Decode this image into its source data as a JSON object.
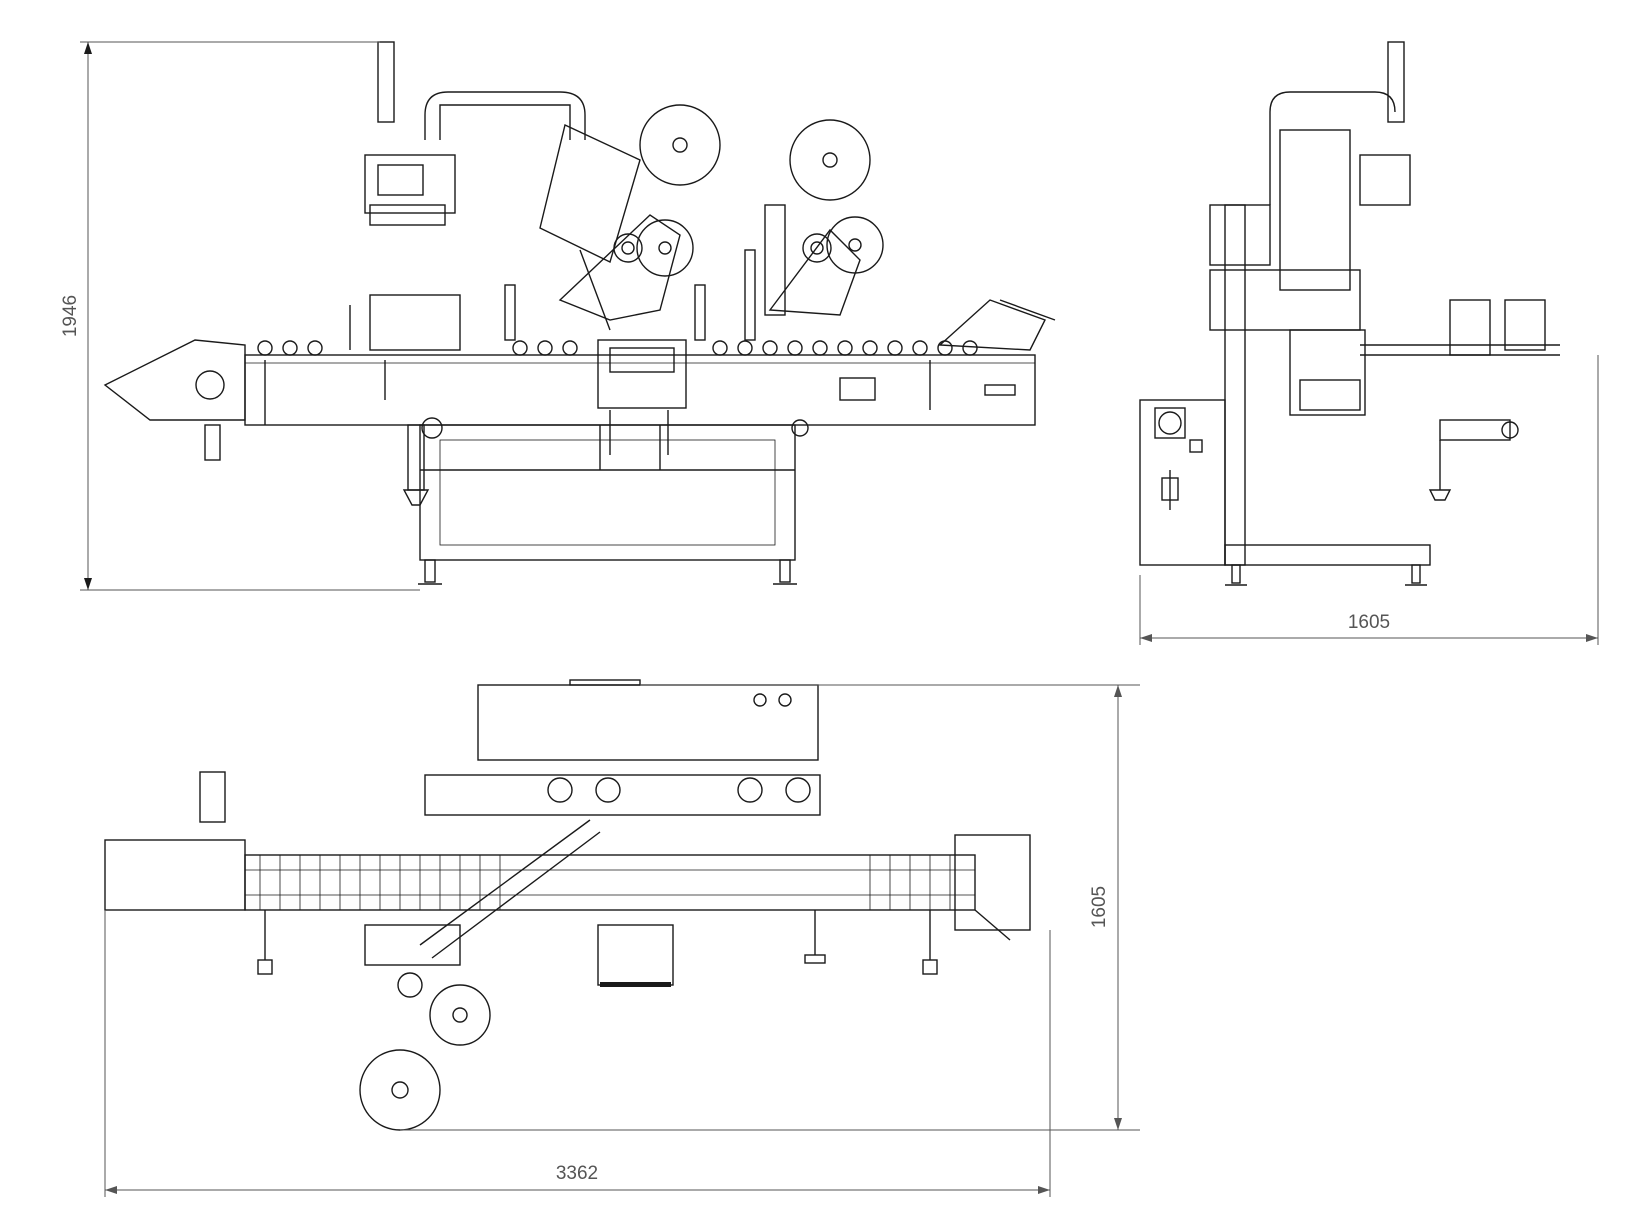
{
  "dimensions": {
    "side_height": "1946",
    "end_width": "1605",
    "top_depth": "1605",
    "top_length": "3362"
  },
  "views": {
    "side": "side-elevation",
    "end": "end-elevation",
    "top": "plan-view"
  },
  "colors": {
    "line": "#1a1a1a",
    "dimension": "#555555",
    "background": "#ffffff"
  }
}
